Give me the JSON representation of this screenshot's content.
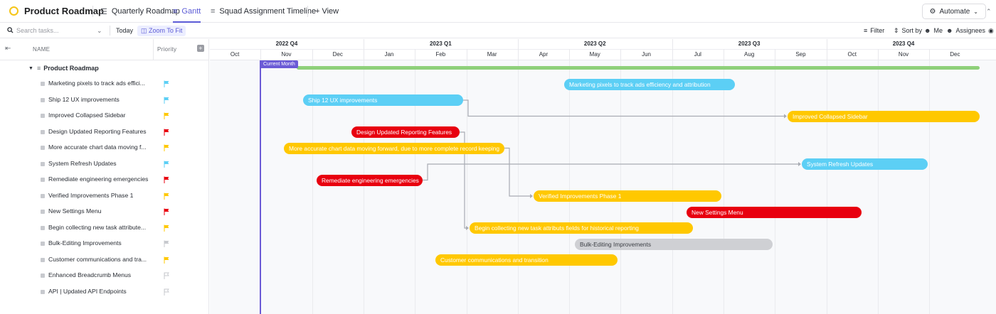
{
  "header": {
    "title": "Product Roadmap",
    "tabs": [
      {
        "label": "Quarterly Roadmap",
        "icon": "list-icon",
        "active": false
      },
      {
        "label": "Gantt",
        "icon": "gantt-icon",
        "active": true
      },
      {
        "label": "Squad Assignment Timeline",
        "icon": "gantt-icon",
        "active": false
      }
    ],
    "add_view_label": "+ View",
    "automate_label": "Automate"
  },
  "toolbar": {
    "search_placeholder": "Search tasks...",
    "today_label": "Today",
    "zoom_label": "Zoom To Fit",
    "filter_label": "Filter",
    "sort_label": "Sort by",
    "me_label": "Me",
    "assignees_label": "Assignees"
  },
  "list": {
    "name_header": "NAME",
    "priority_header": "Priority",
    "group_name": "Product Roadmap",
    "tasks": [
      {
        "name": "Marketing pixels to track ads effici...",
        "flag": "#5ccff5"
      },
      {
        "name": "Ship 12 UX improvements",
        "flag": "#5ccff5"
      },
      {
        "name": "Improved Collapsed Sidebar",
        "flag": "#ffc800"
      },
      {
        "name": "Design Updated Reporting Features",
        "flag": "#e8000f"
      },
      {
        "name": "More accurate chart data moving f...",
        "flag": "#ffc800"
      },
      {
        "name": "System Refresh Updates",
        "flag": "#5ccff5"
      },
      {
        "name": "Remediate engineering emergencies",
        "flag": "#e8000f"
      },
      {
        "name": "Verified Improvements Phase 1",
        "flag": "#ffc800"
      },
      {
        "name": "New Settings Menu",
        "flag": "#e8000f"
      },
      {
        "name": "Begin collecting new task attribute...",
        "flag": "#ffc800"
      },
      {
        "name": "Bulk-Editing Improvements",
        "flag": "#c7c9ce"
      },
      {
        "name": "Customer communications and tra...",
        "flag": "#ffc800"
      },
      {
        "name": "Enhanced Breadcrumb Menus",
        "flag": "outline"
      },
      {
        "name": "API | Updated API Endpoints",
        "flag": "outline"
      }
    ]
  },
  "timeline": {
    "quarters": [
      "2022 Q4",
      "2023 Q1",
      "2023 Q2",
      "2023 Q3",
      "2023 Q4"
    ],
    "months": [
      "Oct",
      "Nov",
      "Dec",
      "Jan",
      "Feb",
      "Mar",
      "Apr",
      "May",
      "Jun",
      "Jul",
      "Aug",
      "Sep",
      "Oct",
      "Nov",
      "Dec"
    ],
    "current_month_label": "Current Month",
    "bars": [
      {
        "label": "Marketing pixels to track ads efficiency and attribution",
        "color": "blue"
      },
      {
        "label": "Ship 12 UX improvements",
        "color": "blue"
      },
      {
        "label": "Improved Collapsed Sidebar",
        "color": "yellow"
      },
      {
        "label": "Design Updated Reporting Features",
        "color": "red"
      },
      {
        "label": "More accurate chart data moving forward, due to more complete record keeping",
        "color": "yellow"
      },
      {
        "label": "System Refresh Updates",
        "color": "blue"
      },
      {
        "label": "Remediate engineering emergencies",
        "color": "red"
      },
      {
        "label": "Verified Improvements Phase 1",
        "color": "yellow"
      },
      {
        "label": "New Settings Menu",
        "color": "red"
      },
      {
        "label": "Begin collecting new task attributs fields for historical reporting",
        "color": "yellow"
      },
      {
        "label": "Bulk-Editing Improvements",
        "color": "gray"
      },
      {
        "label": "Customer communications and transition",
        "color": "yellow"
      }
    ]
  }
}
